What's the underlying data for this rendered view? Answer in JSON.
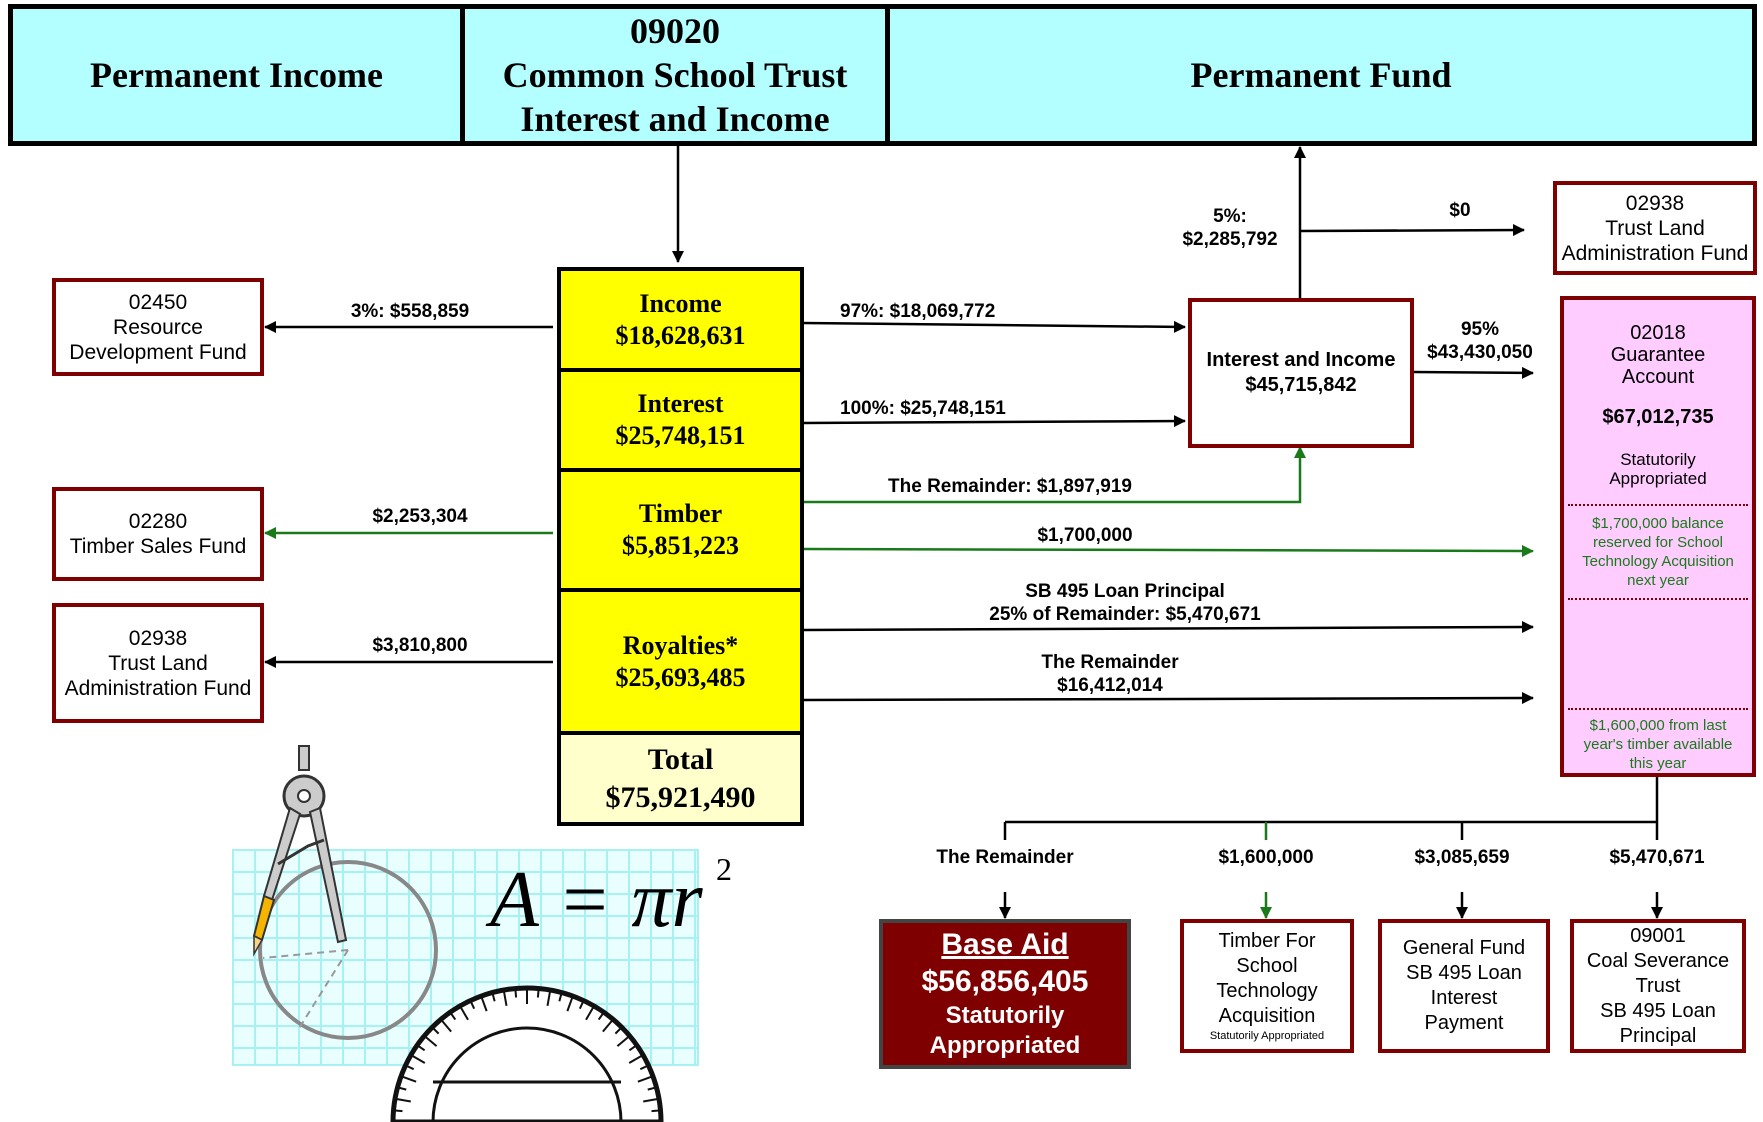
{
  "header": {
    "left": "Permanent Income",
    "center": [
      "09020",
      "Common School Trust",
      "Interest and Income"
    ],
    "right": "Permanent Fund"
  },
  "left_funds": {
    "resource": [
      "02450",
      "Resource",
      "Development Fund"
    ],
    "timber_sales": [
      "02280",
      "Timber Sales Fund"
    ],
    "trust_land": [
      "02938",
      "Trust Land",
      "Administration Fund"
    ]
  },
  "left_flows": {
    "resource": "3%:  $558,859",
    "timber_sales": "$2,253,304",
    "trust_land": "$3,810,800"
  },
  "sources": {
    "income": [
      "Income",
      "$18,628,631"
    ],
    "interest": [
      "Interest",
      "$25,748,151"
    ],
    "timber": [
      "Timber",
      "$5,851,223"
    ],
    "royalties": [
      "Royalties*",
      "$25,693,485"
    ],
    "total": [
      "Total",
      "$75,921,490"
    ]
  },
  "right_flows": {
    "income": "97%:  $18,069,772",
    "interest": "100%:  $25,748,151",
    "timber_remainder": "The Remainder:  $1,897,919",
    "timber_reserve": "$1,700,000",
    "royalty_sb495": [
      "SB 495 Loan Principal",
      "25% of Remainder:  $5,470,671"
    ],
    "royalty_remainder": [
      "The Remainder",
      "$16,412,014"
    ]
  },
  "interest_income": [
    "Interest and Income",
    "$45,715,842"
  ],
  "to_permanent": [
    "5%:",
    "$2,285,792"
  ],
  "to_trust_land_top": "$0",
  "trust_land_top": [
    "02938",
    "Trust Land",
    "Administration Fund"
  ],
  "to_guarantee": [
    "95%",
    "$43,430,050"
  ],
  "guarantee": {
    "lines": [
      "02018",
      "Guarantee",
      "Account"
    ],
    "amount": "$67,012,735",
    "status": [
      "Statutorily",
      "Appropriated"
    ],
    "note_top": [
      "$1,700,000 balance",
      "reserved for School",
      "Technology Acquisition",
      "next year"
    ],
    "note_bottom": [
      "$1,600,000 from last",
      "year's timber available",
      "this year"
    ]
  },
  "bottom_flows": [
    "The Remainder",
    "$1,600,000",
    "$3,085,659",
    "$5,470,671"
  ],
  "base_aid": {
    "title": "Base Aid",
    "amount": "$56,856,405",
    "status": [
      "Statutorily",
      "Appropriated"
    ]
  },
  "timber_school": {
    "lines": [
      "Timber For",
      "School",
      "Technology",
      "Acquisition"
    ],
    "note": "Statutorily Appropriated"
  },
  "general_fund": [
    "General Fund",
    "SB 495 Loan",
    "Interest",
    "Payment"
  ],
  "coal": [
    "09001",
    "Coal Severance",
    "Trust",
    "SB 495 Loan",
    "Principal"
  ],
  "formula": "A = πr",
  "formula_exp": "2",
  "colors": {
    "header": "#b3ffff",
    "source": "#ffff00",
    "total": "#ffffcc",
    "guarantee": "#ffccff",
    "fund_border": "#7f0000",
    "base_aid": "#7f0000",
    "green_flow": "#1a7a1a"
  },
  "icons": [
    "drafting-compass-icon",
    "protractor-icon",
    "grid-paper-icon"
  ]
}
